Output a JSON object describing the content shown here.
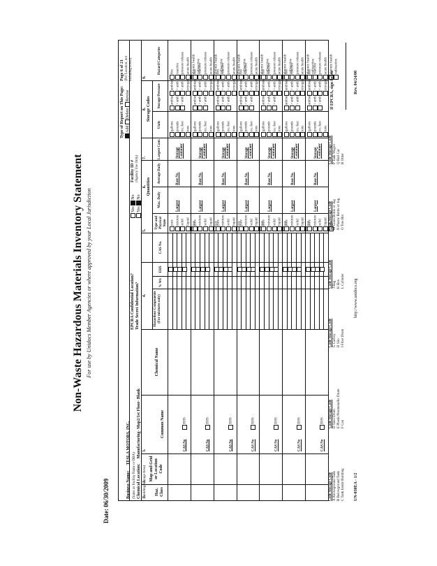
{
  "header": {
    "title": "Non-Waste Hazardous Materials Inventory Statement",
    "subtitle": "For use by Unidocs Member Agencies or where approved by your Local Jurisdiction",
    "date_label": "Date: 06/30/2009"
  },
  "form": {
    "business_name_label": "Business Name:",
    "business_name_hint": "(Same as Facility Name or DBA)",
    "business_name_value": "TESLA MOTORS, INC.",
    "chemical_location_label": "Chemical Location:",
    "chemical_location_hint": "(Building/Storage Area)",
    "chemical_location_value": "Manufacturing- Map2/1st Floor- Blank",
    "confidential_label": "EPCRA Confidential Location?",
    "trade_secret_label": "Trade Secret Information?",
    "yes_label": "Yes",
    "no_label": "No",
    "facility_id_label": "Facility ID #",
    "facility_id_hint": "(Agency Use Only)",
    "report_type_label": "Type of Report on This Page:",
    "report_add": "Add",
    "report_delete": "Delete",
    "report_revise": "Revise",
    "page_label": "Page 6 of 21",
    "page_hint": "(Per Location, not including cover)"
  },
  "columns": {
    "n1": "1.",
    "n2": "2.",
    "n3": "3.",
    "n4": "4.",
    "n5": "5.",
    "n6": "6.",
    "n7": "7.",
    "n8": "8.",
    "n9": "9.",
    "haz_class": "Haz. Class",
    "map_grid": "Map and Grid or Location Code",
    "common_name": "Common Name",
    "chemical_name": "Chemical Name",
    "hazardous_components": "Hazardous Components (For mixtures only)",
    "wt": "% Wt.",
    "ehs": "EHS",
    "cas_no": "CAS No.",
    "type_state": "Type and Physical State",
    "quantities": "Quantities",
    "max_daily": "Max. Daily",
    "average_daily": "Average Daily",
    "largest_cont": "Largest Cont.",
    "units": "Units",
    "storage_codes": "Storage Codes",
    "storage_pressure": "Storage Pressure",
    "storage_temp": "Storage Temp.",
    "hazard_categories": "Hazard Categories"
  },
  "row_template": {
    "cas_label": "CAS No",
    "ehs_label": "EHS",
    "type_options": [
      "pure",
      "mixture",
      "solid",
      "liquid",
      "gas"
    ],
    "unit_options": [
      "gallons",
      "pounds",
      "cu. feet",
      "tons"
    ],
    "pressure_options": [
      "ambient",
      "> amb.",
      "< amb."
    ],
    "temp_options": [
      "ambient",
      "> amb.",
      "< amb.",
      "cryogenic"
    ],
    "hazard_options": [
      "fire",
      "reactive",
      "pressure release",
      "acute health",
      "chronic health",
      "radioactive"
    ],
    "max_code": "Largest",
    "avg_code": "Base No.",
    "largest_code": "Storage Container"
  },
  "rows_count": 7,
  "legend": {
    "state_codes_title": "Code  Storage Code",
    "codes_a": [
      "A  Aboveground Tank",
      "B  Belowground Tank",
      "C  Tank Inside Building"
    ],
    "codes_d": [
      "D  Steel Drum",
      "E  Plastic/Nonmetallic Drum",
      "F  Can"
    ],
    "codes_g": [
      "G  Carboy",
      "H  Silo",
      "I  Fiber Drum"
    ],
    "codes_j": [
      "J  Bag",
      "K  Box",
      "L  Cylinder"
    ],
    "codes_m": [
      "M  Glass Bottle or Jug",
      "N  Plastic Bottle or Jug",
      "O  Tote Bin"
    ],
    "codes_p": [
      "P  Tank Wagon",
      "Q  Rail Car",
      "R  Other"
    ],
    "epcra_note": "If EPCRA, sign below"
  },
  "footer": {
    "form_id": "UN-030EA - 1/2",
    "url": "http://www.unidocs.org",
    "revision": "Rev. 04/24/00"
  }
}
